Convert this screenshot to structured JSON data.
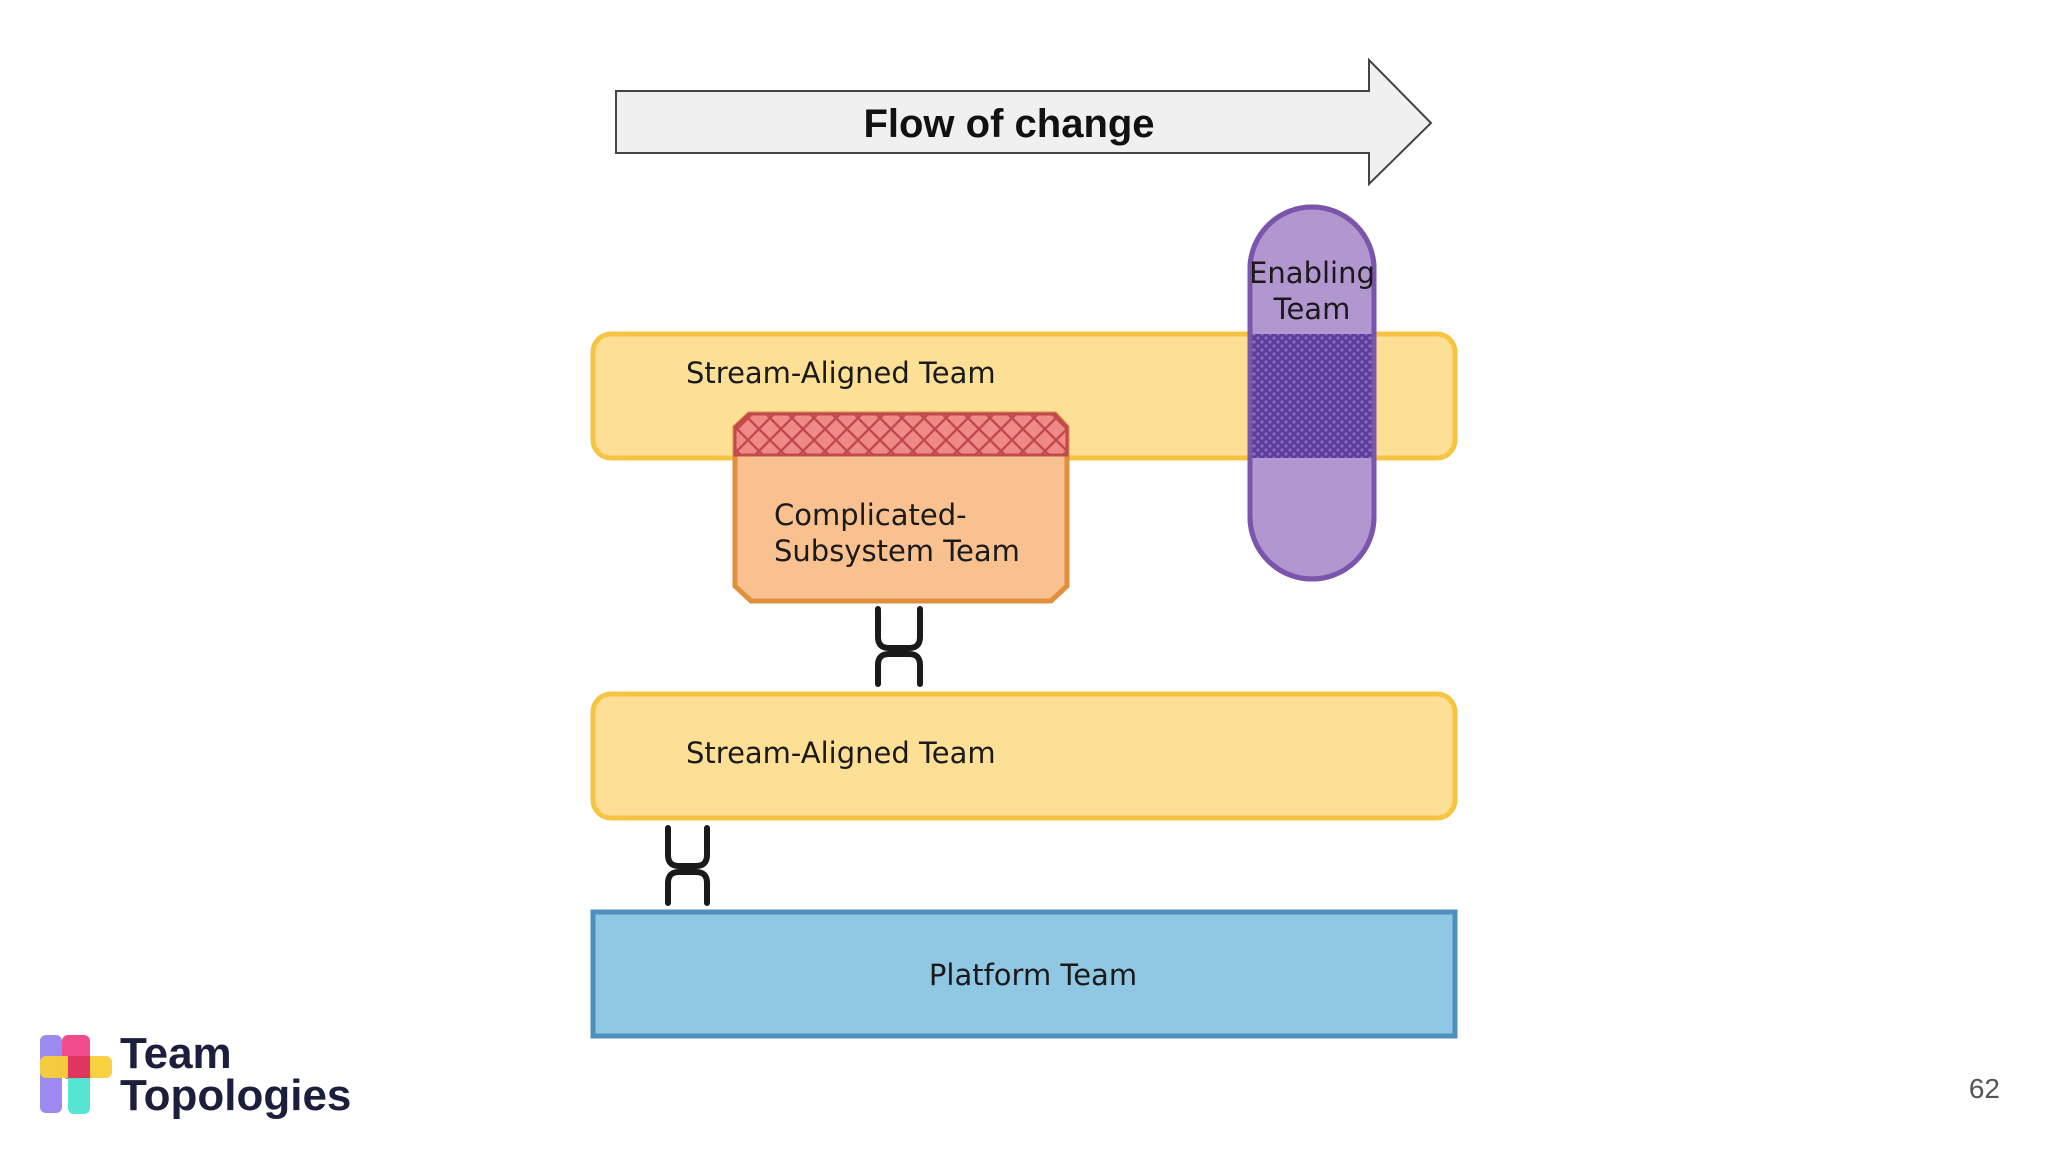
{
  "flow": {
    "label": "Flow of change"
  },
  "teams": {
    "stream_aligned_top": "Stream-Aligned Team",
    "enabling_line1": "Enabling",
    "enabling_line2": "Team",
    "complicated_line1": "Complicated-",
    "complicated_line2": "Subsystem Team",
    "stream_aligned_bottom": "Stream-Aligned Team",
    "platform": "Platform Team"
  },
  "logo": {
    "line1": "Team",
    "line2": "Topologies"
  },
  "page": {
    "number": "62"
  },
  "colors": {
    "stream_fill": "#fde095",
    "stream_border": "#f7c342",
    "enabling_fill": "#b196cf",
    "enabling_border": "#7a55ab",
    "complicated_fill": "#fac190",
    "complicated_border": "#e08f3d",
    "platform_fill": "#90c8e3",
    "platform_border": "#4e8fbd",
    "arrow_fill": "#f0f0f0"
  }
}
